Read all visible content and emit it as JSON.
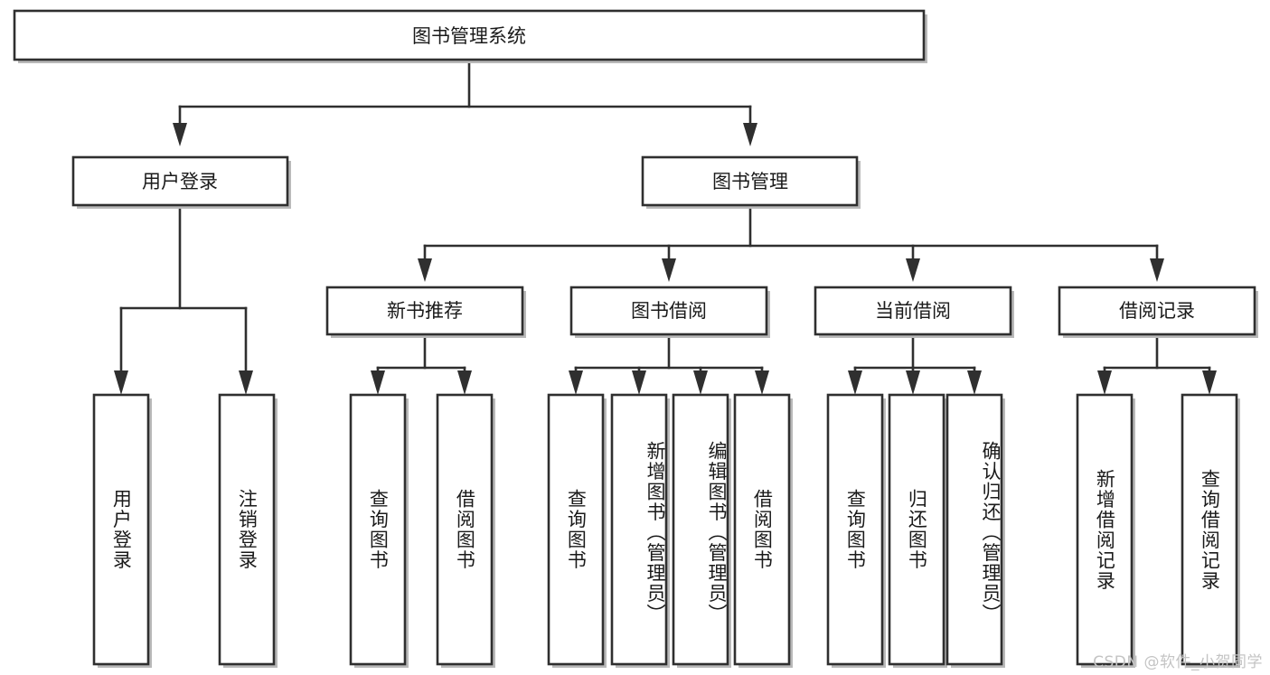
{
  "diagram": {
    "title": "图书管理系统",
    "type": "hierarchy-tree",
    "watermark": "CSDN @软件_小贺同学",
    "colors": {
      "box_stroke": "#2f2f2f",
      "box_fill": "#ffffff",
      "text": "#1a1a1a",
      "watermark": "#c4c4c4",
      "background": "#ffffff"
    },
    "root": {
      "label": "图书管理系统"
    },
    "level2": [
      {
        "id": "user-login",
        "label": "用户登录"
      },
      {
        "id": "book-manage",
        "label": "图书管理"
      }
    ],
    "level3": [
      {
        "id": "new-book-recommend",
        "label": "新书推荐"
      },
      {
        "id": "book-borrow",
        "label": "图书借阅"
      },
      {
        "id": "current-borrow",
        "label": "当前借阅"
      },
      {
        "id": "borrow-record",
        "label": "借阅记录"
      }
    ],
    "leaves": {
      "user-login": [
        {
          "id": "leaf-user-login",
          "label": "用户登录"
        },
        {
          "id": "leaf-user-logout",
          "label": "注销登录"
        }
      ],
      "new-book-recommend": [
        {
          "id": "leaf-query-book-1",
          "label": "查询图书"
        },
        {
          "id": "leaf-borrow-book-1",
          "label": "借阅图书"
        }
      ],
      "book-borrow": [
        {
          "id": "leaf-query-book-2",
          "label": "查询图书"
        },
        {
          "id": "leaf-add-book",
          "label": "新增图书（管理员）"
        },
        {
          "id": "leaf-edit-book",
          "label": "编辑图书（管理员）"
        },
        {
          "id": "leaf-borrow-book-2",
          "label": "借阅图书"
        }
      ],
      "current-borrow": [
        {
          "id": "leaf-query-book-3",
          "label": "查询图书"
        },
        {
          "id": "leaf-return-book",
          "label": "归还图书"
        },
        {
          "id": "leaf-confirm-return",
          "label": "确认归还（管理员）"
        }
      ],
      "borrow-record": [
        {
          "id": "leaf-add-record",
          "label": "新增借阅记录"
        },
        {
          "id": "leaf-query-record",
          "label": "查询借阅记录"
        }
      ]
    }
  }
}
